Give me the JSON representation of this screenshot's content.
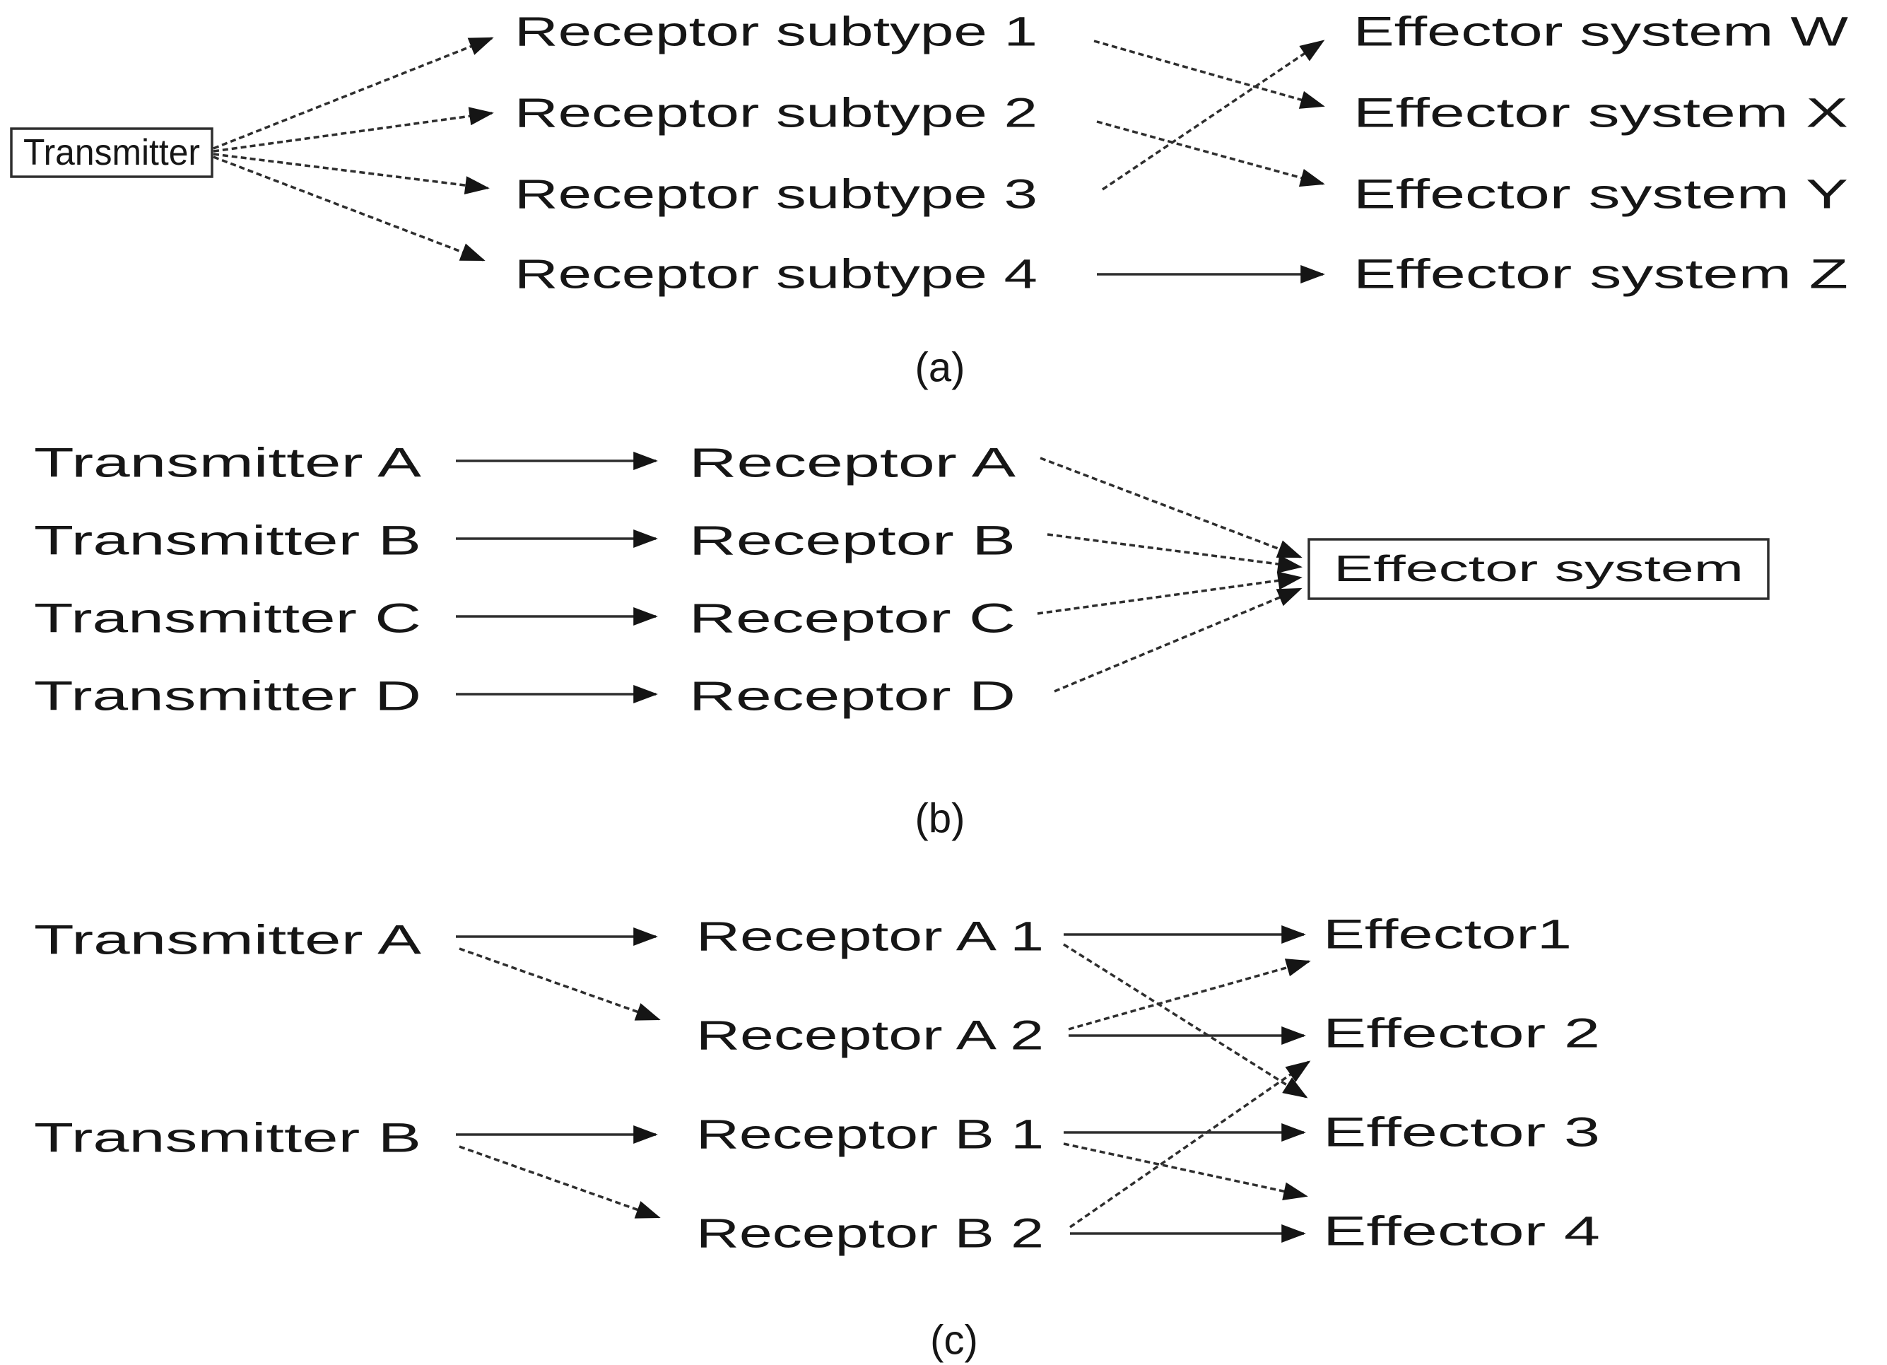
{
  "page": {
    "background": "#ffffff",
    "ink": "#161616",
    "line_color": "#2e2e2e"
  },
  "panels": {
    "a": {
      "label": "(a)",
      "transmitter": "Transmitter",
      "receptors": [
        "Receptor subtype 1",
        "Receptor subtype 2",
        "Receptor subtype 3",
        "Receptor subtype 4"
      ],
      "effectors": [
        "Effector system W",
        "Effector system X",
        "Effector system Y",
        "Effector system Z"
      ],
      "connections": {
        "transmitter_to": [
          "Receptor subtype 1",
          "Receptor subtype 2",
          "Receptor subtype 3",
          "Receptor subtype 4"
        ],
        "receptor_to_effector": [
          [
            "Receptor subtype 1",
            "Effector system X"
          ],
          [
            "Receptor subtype 2",
            "Effector system Y"
          ],
          [
            "Receptor subtype 3",
            "Effector system W"
          ],
          [
            "Receptor subtype 4",
            "Effector system Z"
          ]
        ]
      }
    },
    "b": {
      "label": "(b)",
      "transmitters": [
        "Transmitter A",
        "Transmitter B",
        "Transmitter C",
        "Transmitter D"
      ],
      "receptors": [
        "Receptor A",
        "Receptor B",
        "Receptor C",
        "Receptor D"
      ],
      "effector_box": "Effector system",
      "connections": {
        "transmitter_to_receptor": [
          [
            "Transmitter A",
            "Receptor A"
          ],
          [
            "Transmitter B",
            "Receptor B"
          ],
          [
            "Transmitter C",
            "Receptor C"
          ],
          [
            "Transmitter D",
            "Receptor D"
          ]
        ],
        "receptor_to_effector": [
          [
            "Receptor A",
            "Effector system"
          ],
          [
            "Receptor B",
            "Effector system"
          ],
          [
            "Receptor C",
            "Effector system"
          ],
          [
            "Receptor D",
            "Effector system"
          ]
        ]
      }
    },
    "c": {
      "label": "(c)",
      "transmitters": [
        "Transmitter A",
        "Transmitter B"
      ],
      "receptors": [
        "Receptor A 1",
        "Receptor A 2",
        "Receptor B 1",
        "Receptor B 2"
      ],
      "effectors": [
        "Effector1",
        "Effector 2",
        "Effector 3",
        "Effector 4"
      ],
      "connections": {
        "transmitter_to_receptor": [
          [
            "Transmitter A",
            "Receptor A 1"
          ],
          [
            "Transmitter A",
            "Receptor A 2"
          ],
          [
            "Transmitter B",
            "Receptor B 1"
          ],
          [
            "Transmitter B",
            "Receptor B 2"
          ]
        ],
        "receptor_to_effector": [
          [
            "Receptor A 1",
            "Effector1"
          ],
          [
            "Receptor A 1",
            "Effector 3"
          ],
          [
            "Receptor A 2",
            "Effector1"
          ],
          [
            "Receptor A 2",
            "Effector 2"
          ],
          [
            "Receptor B 1",
            "Effector 3"
          ],
          [
            "Receptor B 1",
            "Effector 4"
          ],
          [
            "Receptor B 2",
            "Effector 2"
          ],
          [
            "Receptor B 2",
            "Effector 4"
          ]
        ]
      }
    }
  }
}
